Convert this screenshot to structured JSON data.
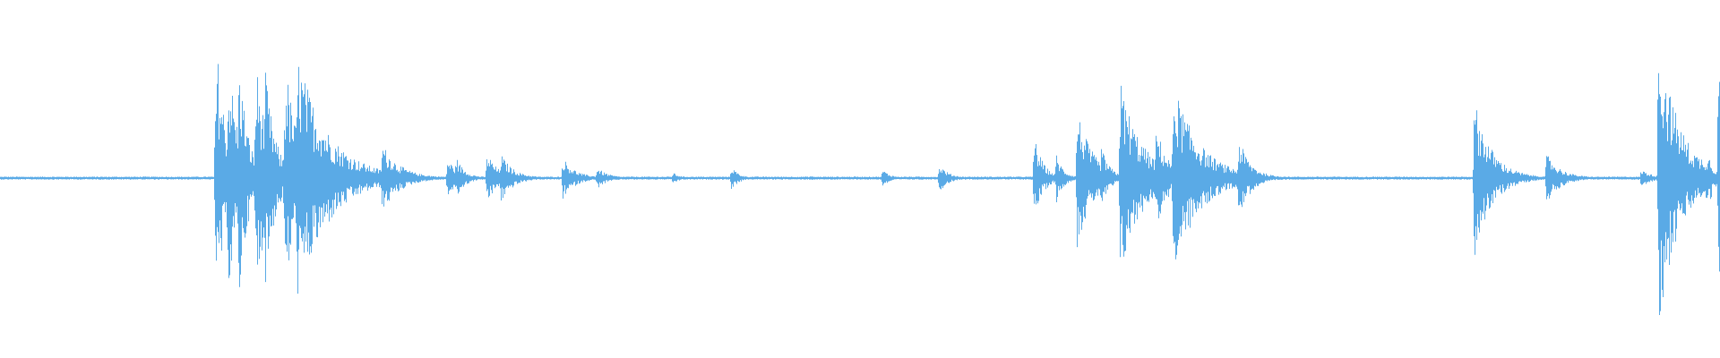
{
  "waveform": {
    "color": "#5aaae6",
    "background": "#ffffff",
    "amplitude_scale": "linear",
    "baseline_noise": 0.006,
    "bursts": [
      {
        "start": 0.124,
        "attack": 0.002,
        "decay": 0.006,
        "peak": 0.74
      },
      {
        "start": 0.131,
        "attack": 0.002,
        "decay": 0.006,
        "peak": 0.68
      },
      {
        "start": 0.137,
        "attack": 0.002,
        "decay": 0.005,
        "peak": 0.7
      },
      {
        "start": 0.147,
        "attack": 0.002,
        "decay": 0.007,
        "peak": 0.64
      },
      {
        "start": 0.152,
        "attack": 0.002,
        "decay": 0.006,
        "peak": 0.62
      },
      {
        "start": 0.164,
        "attack": 0.002,
        "decay": 0.007,
        "peak": 0.66
      },
      {
        "start": 0.171,
        "attack": 0.002,
        "decay": 0.018,
        "peak": 0.7
      },
      {
        "start": 0.221,
        "attack": 0.001,
        "decay": 0.01,
        "peak": 0.2
      },
      {
        "start": 0.259,
        "attack": 0.001,
        "decay": 0.007,
        "peak": 0.11
      },
      {
        "start": 0.264,
        "attack": 0.001,
        "decay": 0.005,
        "peak": 0.12
      },
      {
        "start": 0.282,
        "attack": 0.001,
        "decay": 0.006,
        "peak": 0.15
      },
      {
        "start": 0.29,
        "attack": 0.001,
        "decay": 0.007,
        "peak": 0.14
      },
      {
        "start": 0.326,
        "attack": 0.001,
        "decay": 0.007,
        "peak": 0.12
      },
      {
        "start": 0.346,
        "attack": 0.001,
        "decay": 0.006,
        "peak": 0.06
      },
      {
        "start": 0.39,
        "attack": 0.001,
        "decay": 0.004,
        "peak": 0.03
      },
      {
        "start": 0.424,
        "attack": 0.001,
        "decay": 0.004,
        "peak": 0.07
      },
      {
        "start": 0.47,
        "attack": 0.001,
        "decay": 0.003,
        "peak": 0.01
      },
      {
        "start": 0.512,
        "attack": 0.001,
        "decay": 0.004,
        "peak": 0.05
      },
      {
        "start": 0.545,
        "attack": 0.001,
        "decay": 0.005,
        "peak": 0.08
      },
      {
        "start": 0.6,
        "attack": 0.001,
        "decay": 0.005,
        "peak": 0.25
      },
      {
        "start": 0.613,
        "attack": 0.001,
        "decay": 0.004,
        "peak": 0.14
      },
      {
        "start": 0.625,
        "attack": 0.001,
        "decay": 0.009,
        "peak": 0.4
      },
      {
        "start": 0.639,
        "attack": 0.001,
        "decay": 0.005,
        "peak": 0.18
      },
      {
        "start": 0.65,
        "attack": 0.001,
        "decay": 0.012,
        "peak": 0.57
      },
      {
        "start": 0.671,
        "attack": 0.001,
        "decay": 0.007,
        "peak": 0.3
      },
      {
        "start": 0.681,
        "attack": 0.001,
        "decay": 0.015,
        "peak": 0.55
      },
      {
        "start": 0.719,
        "attack": 0.001,
        "decay": 0.007,
        "peak": 0.23
      },
      {
        "start": 0.856,
        "attack": 0.001,
        "decay": 0.01,
        "peak": 0.45
      },
      {
        "start": 0.898,
        "attack": 0.001,
        "decay": 0.008,
        "peak": 0.14
      },
      {
        "start": 0.953,
        "attack": 0.001,
        "decay": 0.006,
        "peak": 0.05
      },
      {
        "start": 0.963,
        "attack": 0.001,
        "decay": 0.012,
        "peak": 0.86
      },
      {
        "start": 0.972,
        "attack": 0.001,
        "decay": 0.01,
        "peak": 0.3
      },
      {
        "start": 0.998,
        "attack": 0.001,
        "decay": 0.004,
        "peak": 0.85
      }
    ],
    "sustained": [
      {
        "start": 0.968,
        "end": 0.995,
        "level": 0.12
      }
    ]
  }
}
